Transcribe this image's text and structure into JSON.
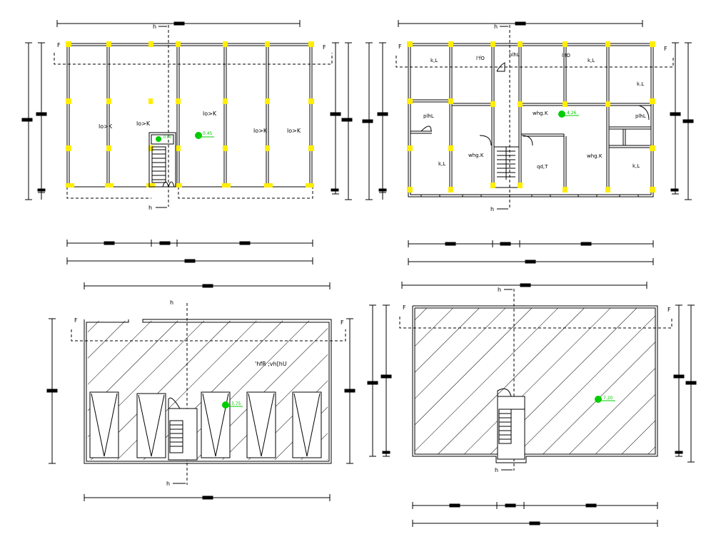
{
  "colors": {
    "line": "#000000",
    "column": "#ffee00",
    "level_marker": "#00cc00",
    "background": "#ffffff"
  },
  "section_cut": {
    "horizontal": "h",
    "vertical": "F"
  },
  "plans": {
    "ground": {
      "rooms": [
        "lo>K",
        "lo>K",
        "lo>K",
        "lo>K",
        "lo>K"
      ],
      "level": "0.45",
      "stair_level": "0.00"
    },
    "first": {
      "rooms": [
        "k,L",
        "l'fO",
        "plhL",
        "l'fO",
        "k,L",
        "k.L",
        "plhL",
        "whg.K",
        "plhL",
        "whg.K",
        "k,L",
        "qd,T",
        "whg.K",
        "k,L"
      ],
      "level": "4.26"
    },
    "roof_partial": {
      "label": "'hfR ;vh[hU",
      "level": "3.75"
    },
    "roof": {
      "level": "7.20"
    }
  }
}
